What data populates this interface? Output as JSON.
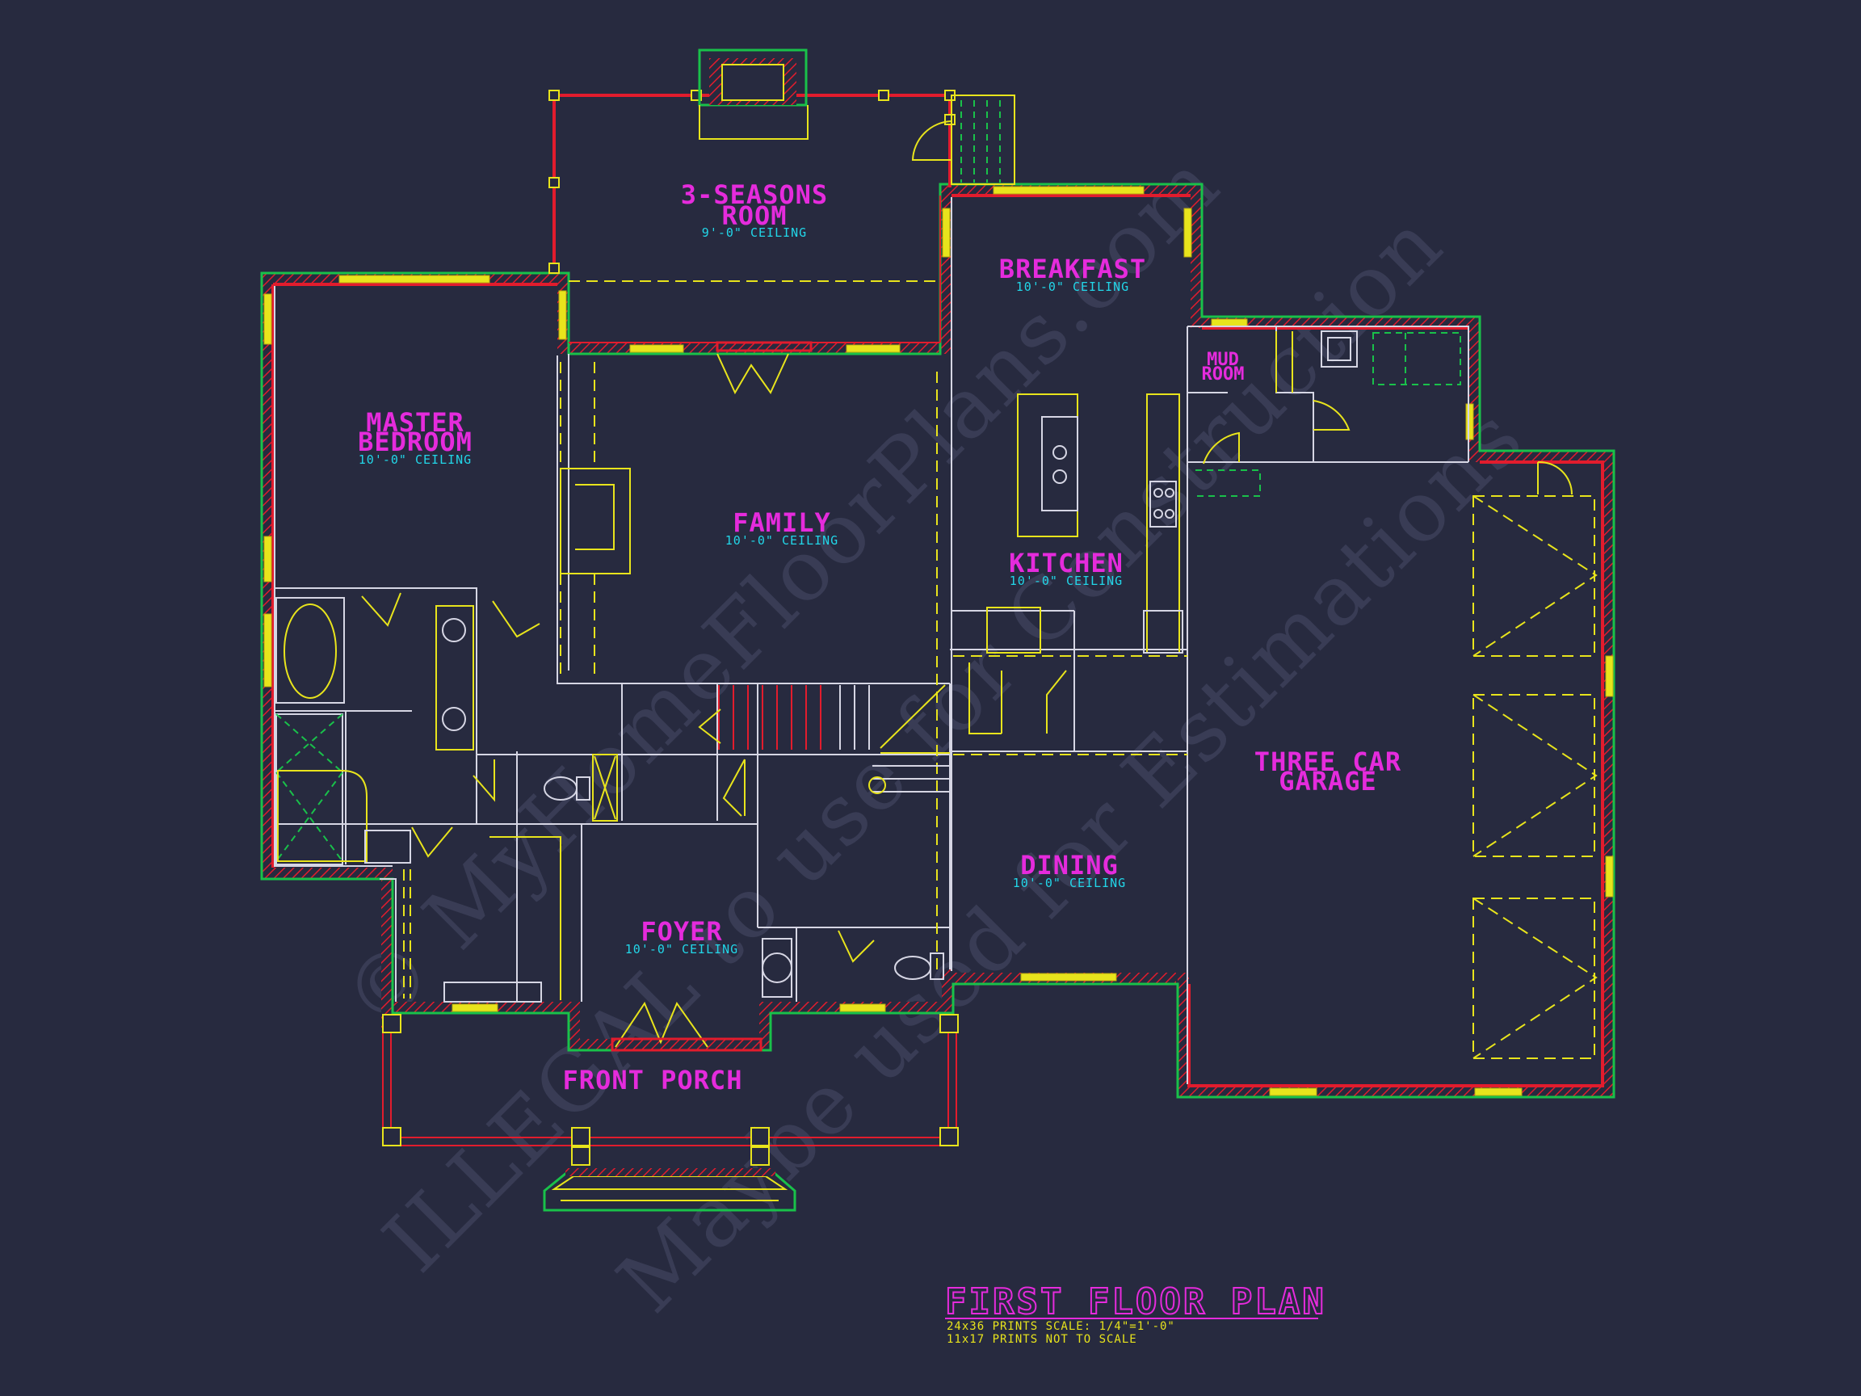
{
  "rooms": {
    "seasons": {
      "name_line1": "3-SEASONS",
      "name_line2": "ROOM",
      "ceiling": "9'-0\" CEILING"
    },
    "breakfast": {
      "name": "BREAKFAST",
      "ceiling": "10'-0\" CEILING"
    },
    "master": {
      "name_line1": "MASTER",
      "name_line2": "BEDROOM",
      "ceiling": "10'-0\" CEILING"
    },
    "family": {
      "name": "FAMILY",
      "ceiling": "10'-0\" CEILING"
    },
    "kitchen": {
      "name": "KITCHEN",
      "ceiling": "10'-0\" CEILING"
    },
    "mud": {
      "name_line1": "MUD",
      "name_line2": "ROOM"
    },
    "garage": {
      "name_line1": "THREE CAR",
      "name_line2": "GARAGE"
    },
    "dining": {
      "name": "DINING",
      "ceiling": "10'-0\" CEILING"
    },
    "foyer": {
      "name": "FOYER",
      "ceiling": "10'-0\" CEILING"
    },
    "porch": {
      "name": "FRONT PORCH"
    }
  },
  "title_block": {
    "title": "FIRST FLOOR PLAN",
    "scale_note": "24x36 PRINTS SCALE: 1/4\"=1'-0\"",
    "small_note": "11x17 PRINTS NOT TO SCALE"
  },
  "watermark": {
    "line1": "© MyHomeFloorPlans.com",
    "line2": "ILLEGAL to use for Construction",
    "line3": "Maybe used for Estimations"
  },
  "colors": {
    "background": "#272a3f",
    "room_label": "#e52bdc",
    "ceiling_label": "#22d6e8",
    "exterior_wall": "#e21c2d",
    "wall_outline": "#19c14a",
    "fixture": "#e8e41c"
  }
}
